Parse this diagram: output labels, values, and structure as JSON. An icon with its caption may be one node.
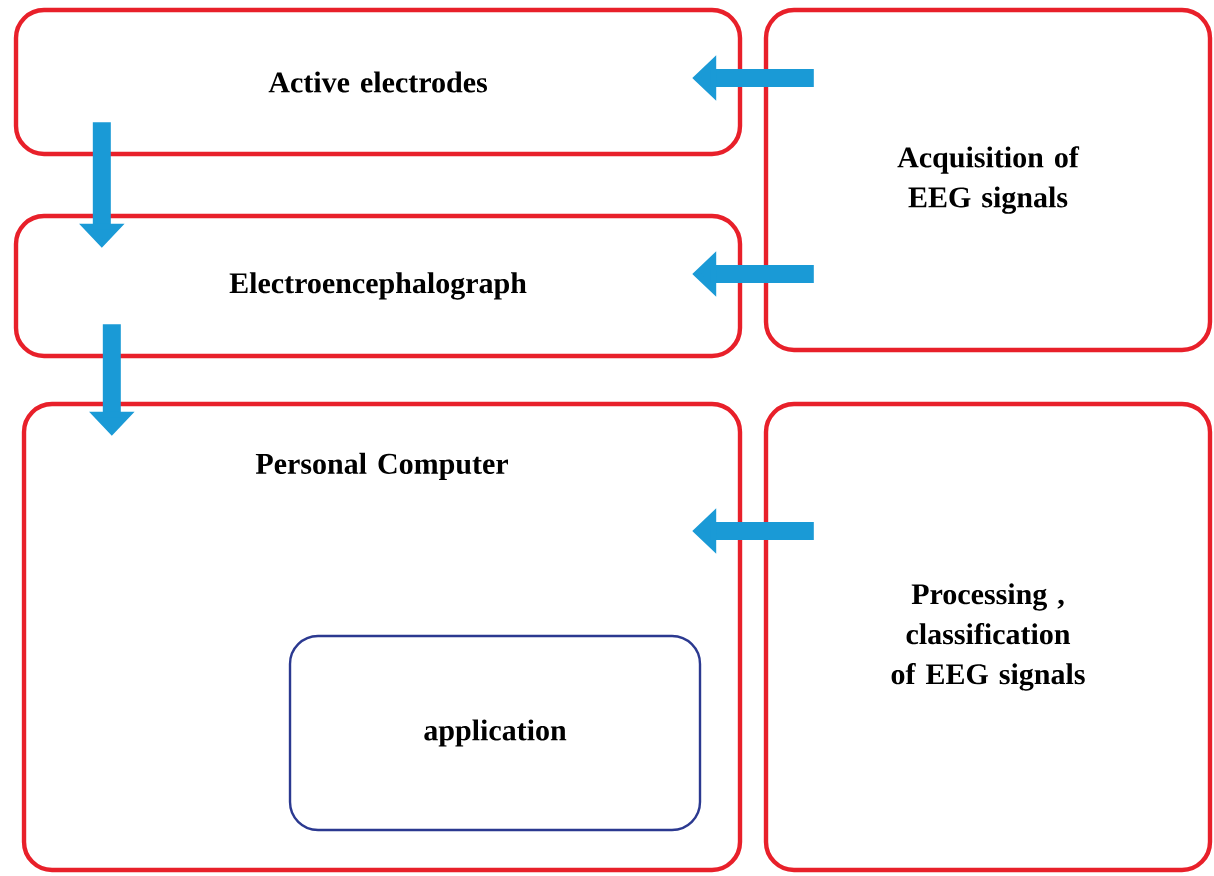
{
  "diagram": {
    "nodes": [
      {
        "text": [
          "Active electrodes"
        ]
      },
      {
        "text": [
          "Electroencephalograph"
        ]
      },
      {
        "text": [
          "Personal Computer"
        ]
      },
      {
        "text": [
          "application"
        ],
        "in": 2
      },
      {
        "text": [
          "Acquisition of EEG signals"
        ]
      },
      {
        "text": [
          "Processing , classification of EEG signals"
        ]
      }
    ],
    "edges": [
      {
        "from": 0,
        "to": 1,
        "arrow": "to"
      },
      {
        "from": 1,
        "to": 2,
        "arrow": "to"
      },
      {
        "from": 4,
        "to": 0,
        "arrow": "to"
      },
      {
        "from": 4,
        "to": 1,
        "arrow": "to"
      },
      {
        "from": 5,
        "to": 2,
        "arrow": "to"
      }
    ]
  }
}
